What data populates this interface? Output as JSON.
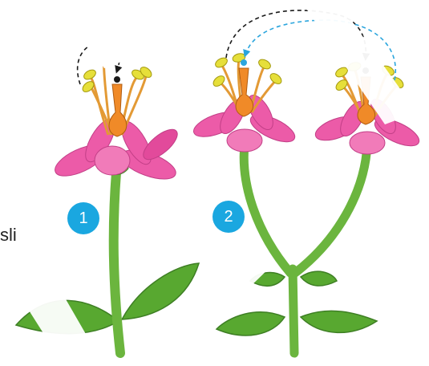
{
  "diagram": {
    "badge_1": "1",
    "badge_2": "2",
    "partial_text": "sli",
    "colors": {
      "petal": "#ec5ba8",
      "petal_dark": "#c23f87",
      "stem": "#6bb53e",
      "stem_dark": "#3e7f24",
      "leaf": "#58a830",
      "pistil": "#f08a28",
      "stamen_filament": "#e39a35",
      "anther": "#e6df3a",
      "badge": "#1aa7e0",
      "self_pollination_arrow": "#1a1a1a",
      "cross_pollination_arrow": "#2aa5dd"
    },
    "icons": [
      "flower-icon",
      "leaf-icon",
      "dashed-arrow-icon"
    ]
  }
}
